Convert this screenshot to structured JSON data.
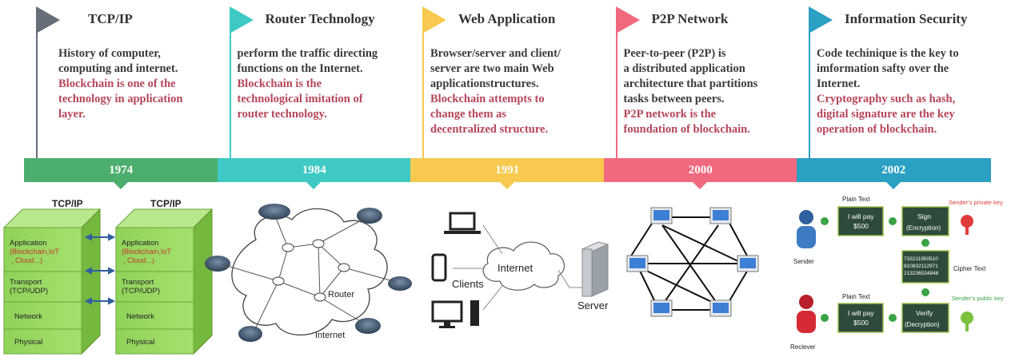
{
  "colors": {
    "green": "#4cae6e",
    "teal": "#3ec9c4",
    "yellow": "#f7c94e",
    "pink": "#f06a7f",
    "blue": "#2aa0c2",
    "grey": "#676e7a",
    "highlight": "#b5455a"
  },
  "milestones": [
    {
      "title": "TCP/IP",
      "year": "1974",
      "plain": [
        "History of computer,",
        "computing and internet."
      ],
      "highlight": [
        "Blockchain is one of the",
        "technology in application",
        "layer."
      ]
    },
    {
      "title": "Router Technology",
      "year": "1984",
      "plain": [
        "perform the traffic directing",
        "functions on the Internet."
      ],
      "highlight": [
        "Blockchain is the",
        "technological imitation of",
        "router technology."
      ]
    },
    {
      "title": "Web Application",
      "year": "1991",
      "plain": [
        "Browser/server and client/",
        "server are two main Web",
        "applicationstructures."
      ],
      "highlight": [
        "Blockchain attempts to",
        "change them as",
        "decentralized structure."
      ]
    },
    {
      "title": "P2P Network",
      "year": "2000",
      "plain": [
        "Peer-to-peer (P2P) is",
        "a distributed application",
        "architecture that partitions",
        "tasks between peers."
      ],
      "highlight": [
        "P2P network is the",
        "foundation of blockchain."
      ]
    },
    {
      "title": "Information Security",
      "year": "2002",
      "plain": [
        "Code techinique is the key to",
        "imformation safty over the",
        "Internet."
      ],
      "highlight": [
        "Cryptography such as hash,",
        "digital signature are the key",
        "operation of blockchain."
      ]
    }
  ],
  "tcp": {
    "stack_label": "TCP/IP",
    "layers": [
      "Application",
      "Transport (TCP/UDP)",
      "Network",
      "Physical"
    ],
    "app_sub": "(Blockchain,IoT , Cloud...)"
  },
  "router": {
    "router_label": "Router",
    "internet_label": "Internet"
  },
  "web": {
    "internet_label": "Internet",
    "clients_label": "Clients",
    "server_label": "Server"
  },
  "crypto": {
    "plain_text": "Plain Text",
    "message": "I will pay $500",
    "sign": "Sign",
    "encryption": "(Encryption)",
    "cipher_digits": "733211950510 810832112971 213236534848",
    "cipher_label": "Cipher Text",
    "verify": "Verify",
    "decryption": "(Decryption)",
    "private_key": "Sender's private key",
    "public_key": "Sender's public key",
    "sender": "Sender",
    "receiver": "Reciever"
  }
}
